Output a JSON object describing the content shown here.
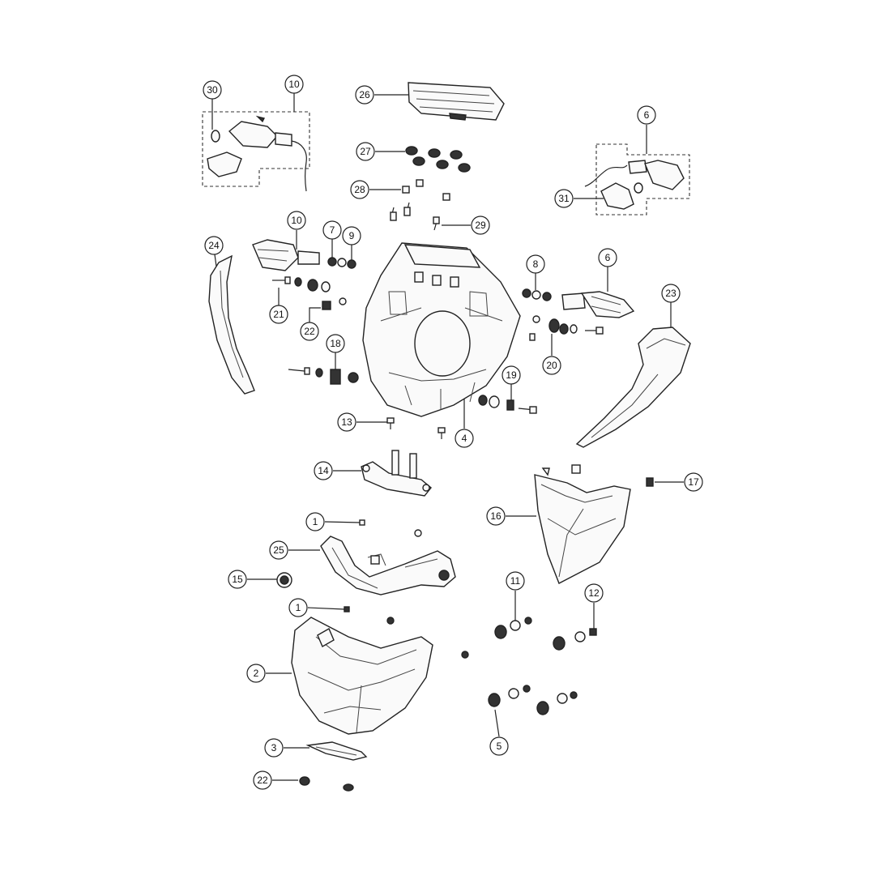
{
  "diagram": {
    "callouts": [
      {
        "id": "c30",
        "label": "30"
      },
      {
        "id": "c10a",
        "label": "10"
      },
      {
        "id": "c26",
        "label": "26"
      },
      {
        "id": "c27",
        "label": "27"
      },
      {
        "id": "c28",
        "label": "28"
      },
      {
        "id": "c6a",
        "label": "6"
      },
      {
        "id": "c31",
        "label": "31"
      },
      {
        "id": "c29",
        "label": "29"
      },
      {
        "id": "c10b",
        "label": "10"
      },
      {
        "id": "c7",
        "label": "7"
      },
      {
        "id": "c9",
        "label": "9"
      },
      {
        "id": "c24",
        "label": "24"
      },
      {
        "id": "c8",
        "label": "8"
      },
      {
        "id": "c6b",
        "label": "6"
      },
      {
        "id": "c23",
        "label": "23"
      },
      {
        "id": "c21",
        "label": "21"
      },
      {
        "id": "c22a",
        "label": "22"
      },
      {
        "id": "c18",
        "label": "18"
      },
      {
        "id": "c20",
        "label": "20"
      },
      {
        "id": "c19",
        "label": "19"
      },
      {
        "id": "c13",
        "label": "13"
      },
      {
        "id": "c4",
        "label": "4"
      },
      {
        "id": "c14",
        "label": "14"
      },
      {
        "id": "c17",
        "label": "17"
      },
      {
        "id": "c16",
        "label": "16"
      },
      {
        "id": "c1a",
        "label": "1"
      },
      {
        "id": "c25",
        "label": "25"
      },
      {
        "id": "c15",
        "label": "15"
      },
      {
        "id": "c11",
        "label": "11"
      },
      {
        "id": "c12",
        "label": "12"
      },
      {
        "id": "c1b",
        "label": "1"
      },
      {
        "id": "c2",
        "label": "2"
      },
      {
        "id": "c5",
        "label": "5"
      },
      {
        "id": "c3",
        "label": "3"
      },
      {
        "id": "c22b",
        "label": "22"
      }
    ]
  }
}
